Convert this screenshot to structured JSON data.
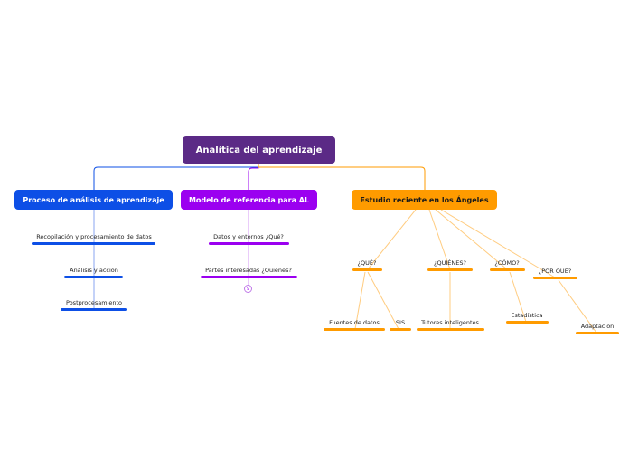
{
  "root": {
    "label": "Analítica del aprendizaje"
  },
  "branches": [
    {
      "label": "Proceso de análisis de aprendizaje",
      "color": "#0d4fe6",
      "children": [
        "Recopilación y procesamiento de datos",
        "Análisis y acción",
        "Postprocesamiento"
      ]
    },
    {
      "label": "Modelo de referencia para AL",
      "color": "#9b00f0",
      "children": [
        "Datos y entornos ¿Qué?",
        "Partes interesadas ¿Quiénes?"
      ],
      "collapsed_count": "9"
    },
    {
      "label": "Estudio reciente en los Ángeles",
      "color": "#ff9b00",
      "children": [
        {
          "label": "¿QUÉ?",
          "children": [
            "Fuentes de datos",
            "SIS"
          ]
        },
        {
          "label": "¿QUIÉNES?",
          "children": [
            "Tutores inteligentes"
          ]
        },
        {
          "label": "¿CÓMO?",
          "children": [
            "Estadística"
          ]
        },
        {
          "label": "¿POR QUÉ?",
          "children": [
            "Adaptación"
          ]
        }
      ]
    }
  ]
}
